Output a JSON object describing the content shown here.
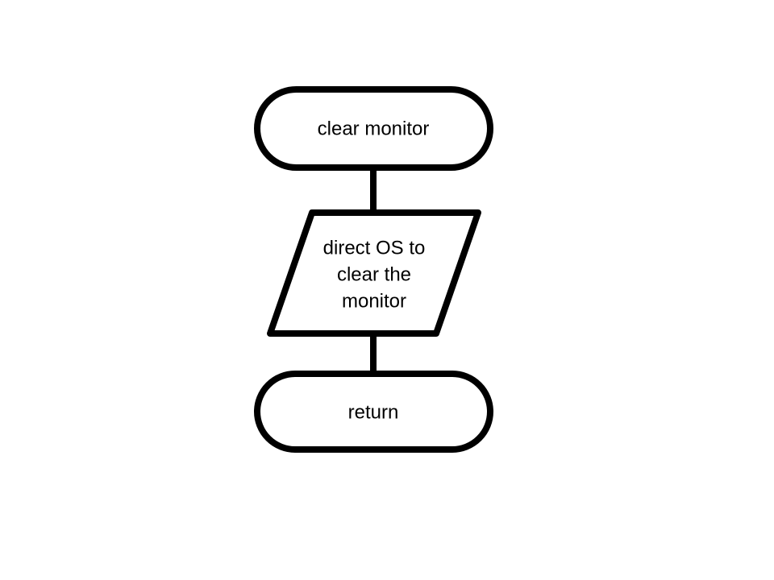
{
  "flowchart": {
    "start": {
      "label": "clear monitor"
    },
    "io": {
      "lines": [
        "direct OS to",
        "clear the",
        "monitor"
      ]
    },
    "end": {
      "label": "return"
    }
  },
  "colors": {
    "stroke": "#000000",
    "fill": "#ffffff",
    "background": "#ffffff"
  }
}
